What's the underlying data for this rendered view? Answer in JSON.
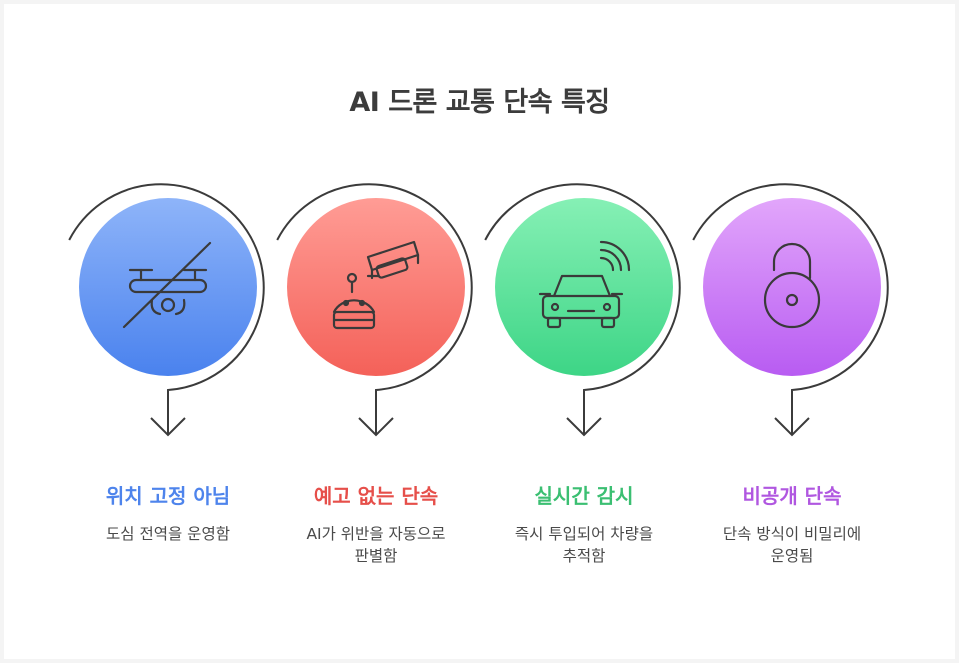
{
  "title": "AI 드론 교통 단속 특징",
  "items": [
    {
      "title": "위치 고정 아님",
      "desc_lines": [
        "도심 전역을 운영함"
      ],
      "color": "#4e84ec",
      "icon": "drone-crossed-icon"
    },
    {
      "title": "예고 없는 단속",
      "desc_lines": [
        "AI가 위반을 자동으로",
        "판별함"
      ],
      "color": "#e64f4a",
      "icon": "robot-camera-icon"
    },
    {
      "title": "실시간 감시",
      "desc_lines": [
        "즉시 투입되어 차량을",
        "추적함"
      ],
      "color": "#3bbf72",
      "icon": "car-signal-icon"
    },
    {
      "title": "비공개 단속",
      "desc_lines": [
        "단속 방식이 비밀리에",
        "운영됨"
      ],
      "color": "#b057e0",
      "icon": "unlocked-padlock-icon"
    }
  ]
}
